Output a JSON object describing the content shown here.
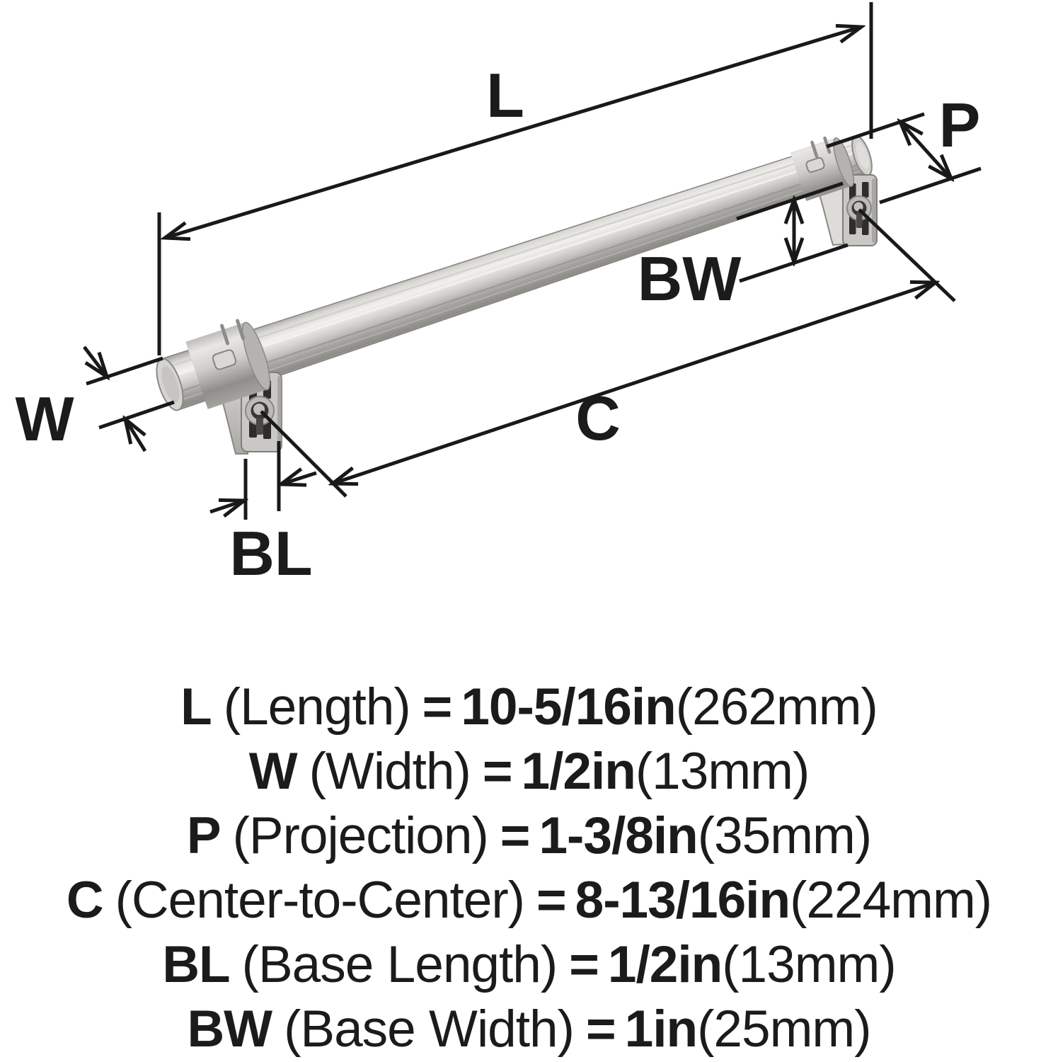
{
  "title": "Cabinet pull dimension diagram",
  "labels": {
    "length": "L",
    "width": "W",
    "projection": "P",
    "center_to_center": "C",
    "base_length": "BL",
    "base_width": "BW"
  },
  "spec": {
    "rows": [
      {
        "code": "L",
        "label": "(Length)",
        "eq": "=",
        "value": "10-5/16in",
        "metric": "(262mm)"
      },
      {
        "code": "W",
        "label": "(Width)",
        "eq": "=",
        "value": "1/2in",
        "metric": "(13mm)"
      },
      {
        "code": "P",
        "label": "(Projection)",
        "eq": "=",
        "value": "1-3/8in",
        "metric": "(35mm)"
      },
      {
        "code": "C",
        "label": "(Center-to-Center)",
        "eq": "=",
        "value": "8-13/16in",
        "metric": "(224mm)"
      },
      {
        "code": "BL",
        "label": "(Base Length)",
        "eq": "=",
        "value": "1/2in",
        "metric": "(13mm)"
      },
      {
        "code": "BW",
        "label": "(Base Width)",
        "eq": "=",
        "value": "1in",
        "metric": "(25mm)"
      }
    ]
  },
  "colors": {
    "background": "#ffffff",
    "line": "#191919",
    "text": "#1b1b1b",
    "metal_light": "#f1f0ed",
    "metal_mid": "#c6c4c0",
    "metal_dark": "#8e8c88",
    "slot_dark": "#2f2d2a"
  }
}
